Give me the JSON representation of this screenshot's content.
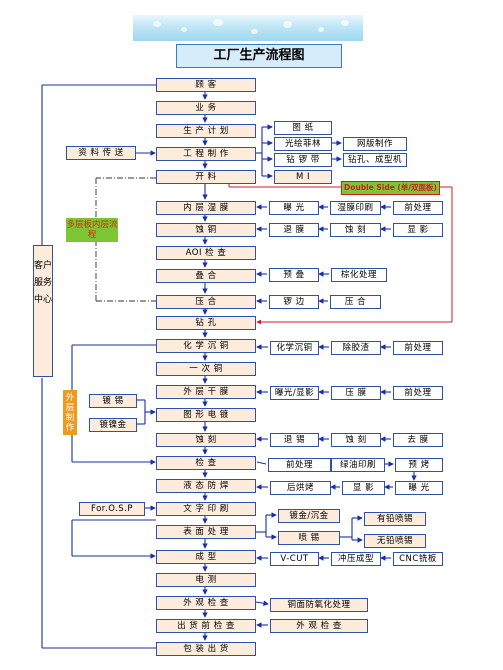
{
  "title": "工厂生产流程图",
  "main_steps": [
    "顾 客",
    "业 务",
    "生 产 计 划",
    "工 程 制 作",
    "开 料",
    "内 层 湿 膜",
    "蚀 铜",
    "AOI 检 查",
    "叠 合",
    "压 合",
    "钻 孔",
    "化 学 沉 铜",
    "一 次 铜",
    "外 层 干 膜",
    "图 形 电 镀",
    "蚀 刻",
    "检 查",
    "液 态 防 焊",
    "文 字 印 刷",
    "表 面 处 理",
    "成 型",
    "电 测",
    "外 观 检 查",
    "出 货 前 检 查",
    "包 装 出 货"
  ],
  "customer_service": "客户服务中心",
  "data_transfer": "资 料 传 送",
  "engineering": [
    "图 纸",
    "光绘菲林",
    "钻 锣 带",
    "M I",
    "网版制作",
    "钻孔、成型机"
  ],
  "double_side": "Double Side (单/双面板)",
  "multilayer_label": "多层板内层流程",
  "outer_label": "外层制作",
  "inner_layer": [
    "曝 光",
    "湿膜印刷",
    "前处理"
  ],
  "etch_inner": [
    "退 膜",
    "蚀 刻",
    "显 影"
  ],
  "laminate": [
    "预 叠",
    "棕化处理"
  ],
  "press": [
    "锣 边",
    "压 合"
  ],
  "pth": [
    "化学沉铜",
    "除胶渣",
    "前处理"
  ],
  "outer_film": [
    "曝光/显影",
    "压 膜",
    "前处理"
  ],
  "plating": [
    "镀 锡",
    "镀镍金"
  ],
  "outer_etch": [
    "退 锡",
    "蚀 刻",
    "去 膜"
  ],
  "solder_mask": [
    "前处理",
    "绿油印刷",
    "预 烤",
    "后烘烤",
    "显 影",
    "曝 光"
  ],
  "osp": "For.O.S.P",
  "surface": [
    "镀金/沉金",
    "喷 锡",
    "有铅喷锡",
    "无铅喷锡"
  ],
  "profile": [
    "V-CUT",
    "冲压成型",
    "CNC铣板"
  ],
  "appearance": "铜面防氧化处理",
  "final_check": "外 观 检 查"
}
